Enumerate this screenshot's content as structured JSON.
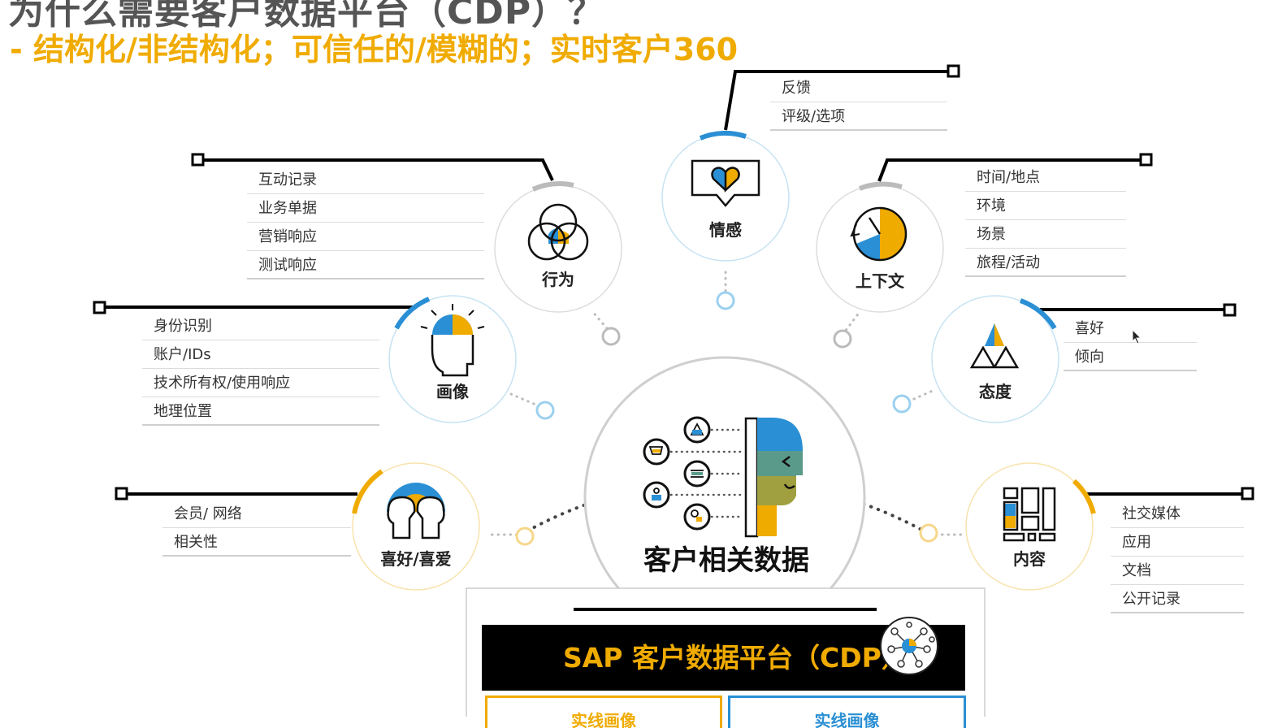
{
  "header": {
    "title": "为什么需要客户数据平台（CDP）？",
    "subtitle": "- 结构化/非结构化；可信任的/模糊的；实时客户360"
  },
  "categories": {
    "behavior": {
      "label": "行为",
      "items": [
        "互动记录",
        "业务单据",
        "营销响应",
        "测试响应"
      ]
    },
    "emotion": {
      "label": "情感",
      "items": [
        "反馈",
        "评级/选项"
      ]
    },
    "context": {
      "label": "上下文",
      "items": [
        "时间/地点",
        "环境",
        "场景",
        "旅程/活动"
      ]
    },
    "profile": {
      "label": "画像",
      "items": [
        "身份识别",
        "账户/IDs",
        "技术所有权/使用响应",
        "地理位置"
      ]
    },
    "attitude": {
      "label": "态度",
      "items": [
        "喜好",
        "倾向"
      ]
    },
    "preference": {
      "label": "喜好/喜爱",
      "items": [
        "会员/ 网络",
        "相关性"
      ]
    },
    "content": {
      "label": "内容",
      "items": [
        "社交媒体",
        "应用",
        "文档",
        "公开记录"
      ]
    }
  },
  "center": {
    "label": "客户相关数据"
  },
  "platform": {
    "title": "SAP 客户数据平台（CDP）",
    "tabs": [
      "实线画像",
      "实线画像"
    ]
  },
  "colors": {
    "accent": "#f0ab00",
    "blue": "#2a8fd4",
    "teal": "#5a9a8a",
    "olive": "#a0a040"
  }
}
